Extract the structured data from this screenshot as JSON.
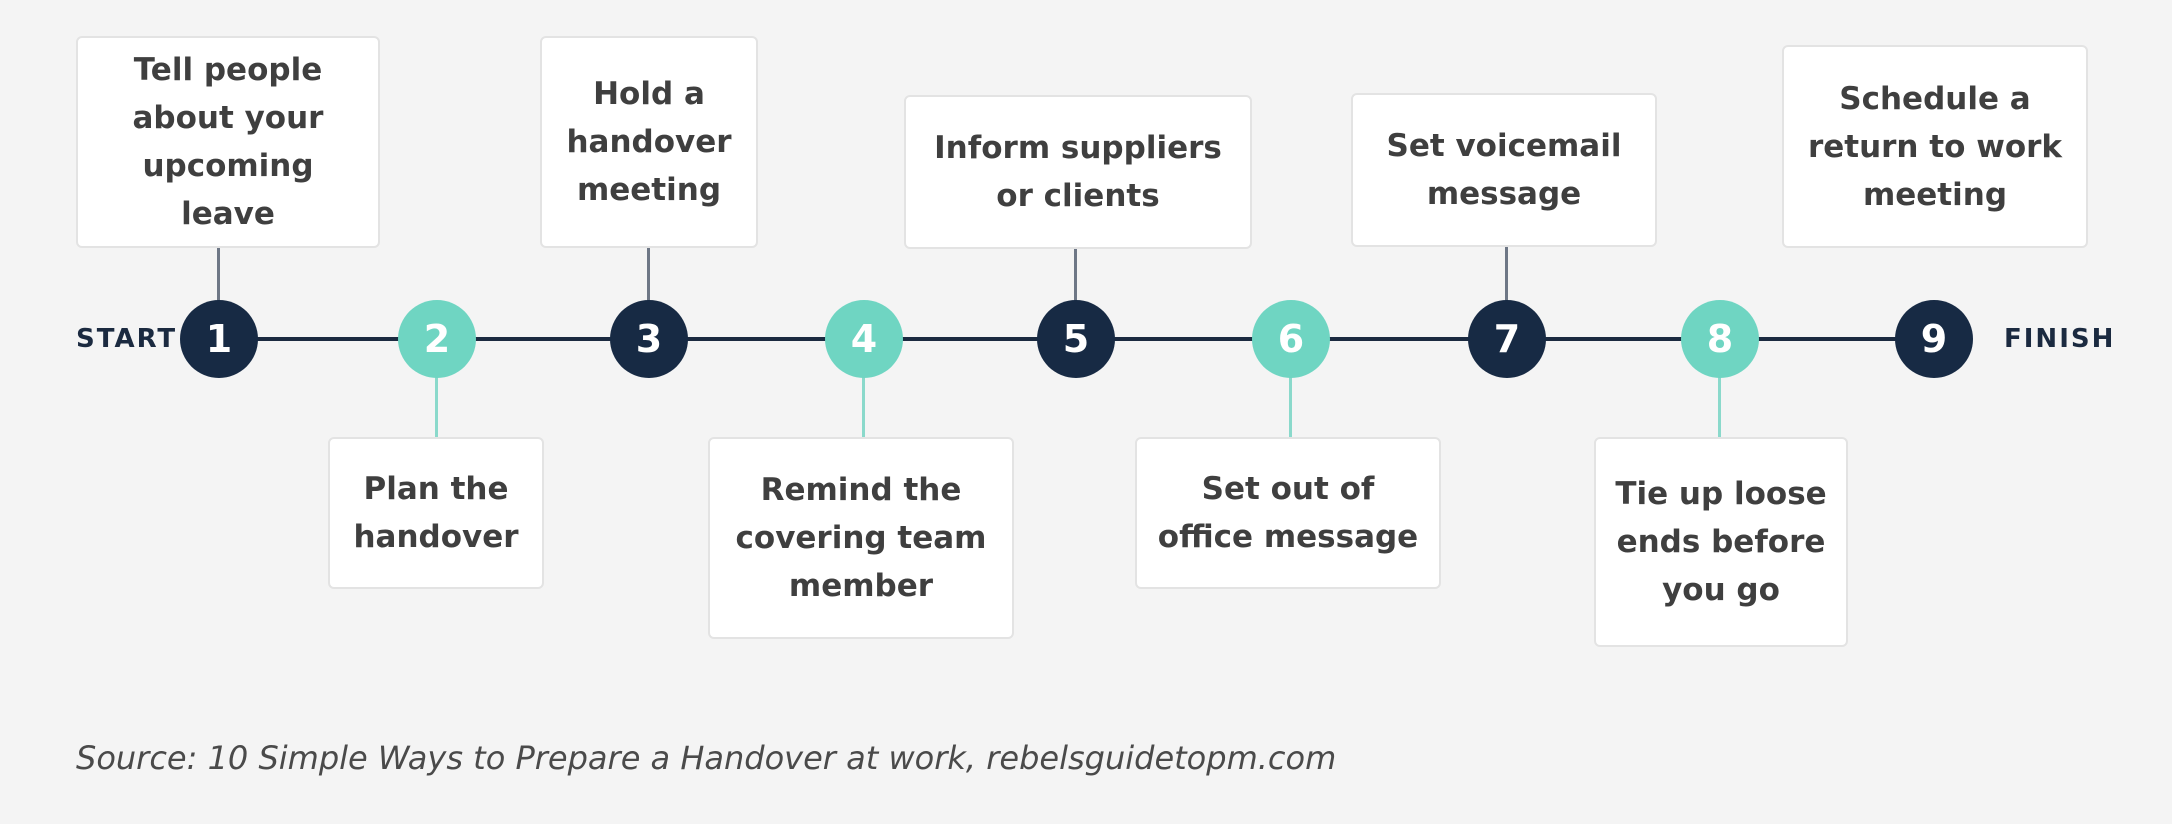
{
  "start_label": "START",
  "finish_label": "FINISH",
  "source": "Source: 10 Simple Ways to Prepare a Handover at work, rebelsguidetopm.com",
  "colors": {
    "dark": "#172a44",
    "teal": "#6fd5c2",
    "line": "#1b2a40",
    "text": "#3f3f3f",
    "background": "#f4f4f4"
  },
  "steps": [
    {
      "number": "1",
      "label": "Tell people\nabout your\nupcoming leave",
      "color": "dark"
    },
    {
      "number": "2",
      "label": "Plan the\nhandover",
      "color": "teal"
    },
    {
      "number": "3",
      "label": "Hold a\nhandover\nmeeting",
      "color": "dark"
    },
    {
      "number": "4",
      "label": "Remind the\ncovering team\nmember",
      "color": "teal"
    },
    {
      "number": "5",
      "label": "Inform suppliers\nor clients",
      "color": "dark"
    },
    {
      "number": "6",
      "label": "Set out of\noffice message",
      "color": "teal"
    },
    {
      "number": "7",
      "label": "Set voicemail\nmessage",
      "color": "dark"
    },
    {
      "number": "8",
      "label": "Tie up loose\nends before\nyou go",
      "color": "teal"
    },
    {
      "number": "9",
      "label": "Schedule a\nreturn to work\nmeeting",
      "color": "dark"
    }
  ]
}
